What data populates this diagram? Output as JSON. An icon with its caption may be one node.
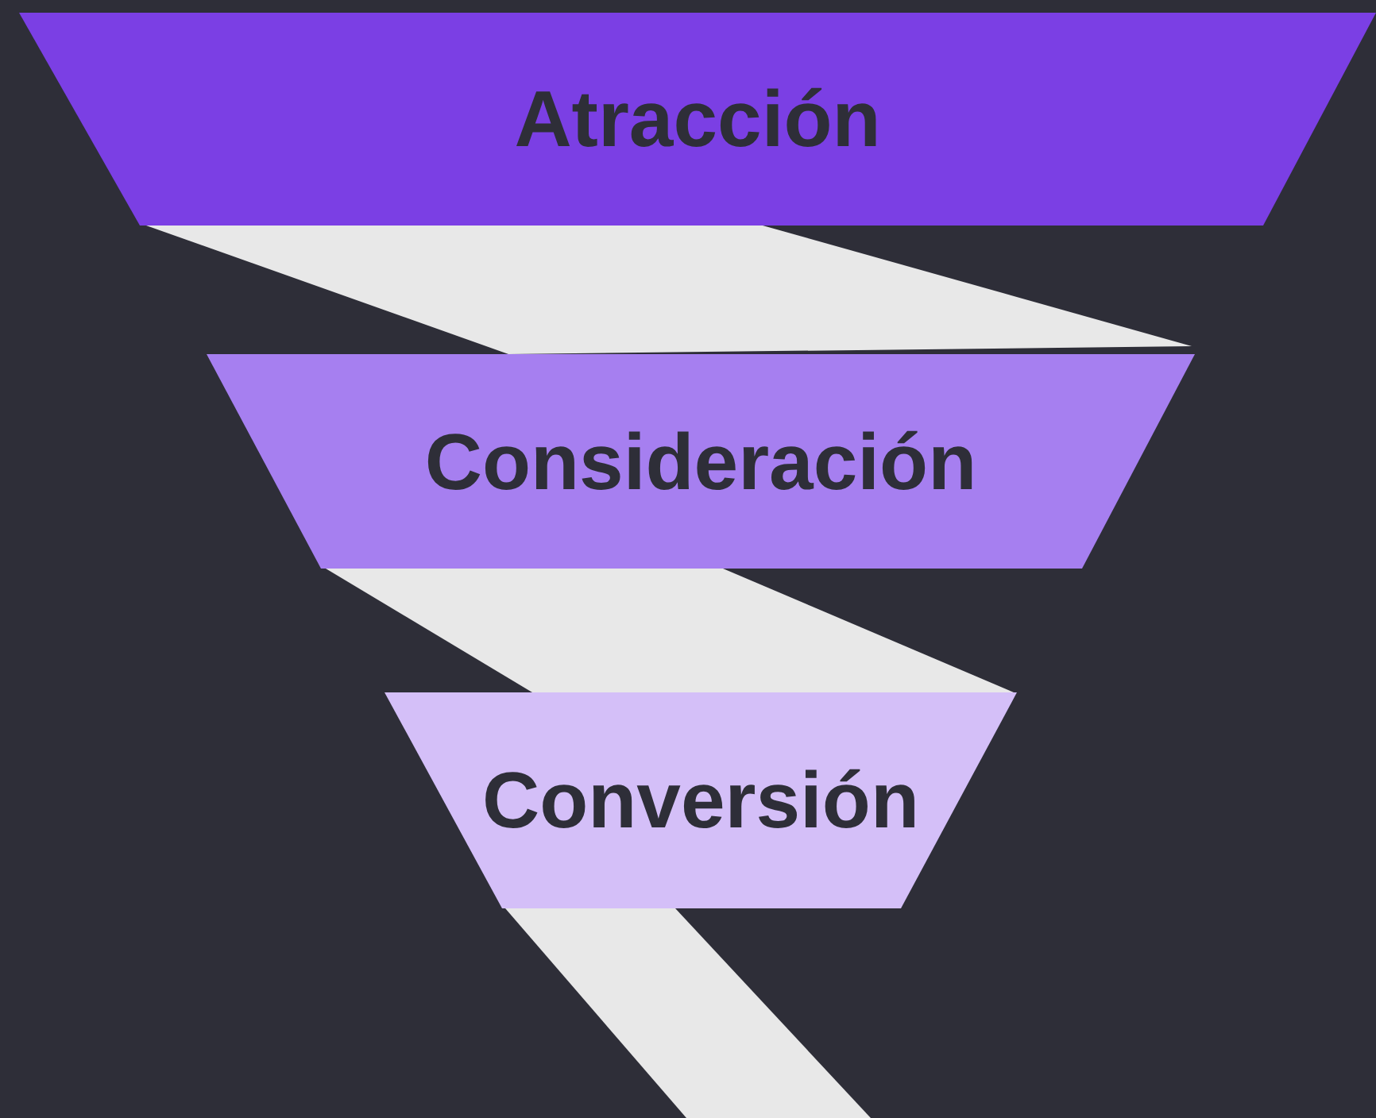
{
  "diagram": {
    "nodes": [
      {
        "text": [
          "Atracción"
        ]
      },
      {
        "text": [
          "Consideración"
        ]
      },
      {
        "text": [
          "Conversión"
        ]
      }
    ]
  }
}
